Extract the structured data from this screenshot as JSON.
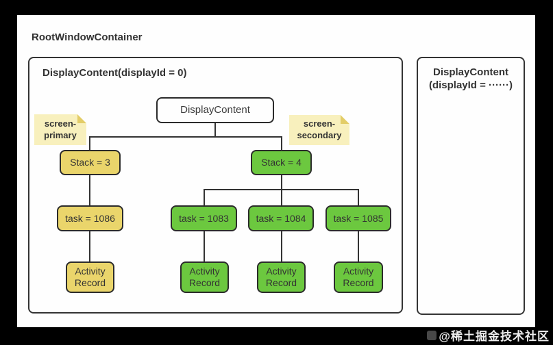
{
  "colors": {
    "background": "#000000",
    "canvas": "#fefefe",
    "border": "#333333",
    "text": "#333333",
    "primary_fill": "#ead56b",
    "secondary_fill": "#6cc83f",
    "note_fill": "#f8f0bd",
    "note_fold": "#e3cd68",
    "watermark_text": "#ededed"
  },
  "root": {
    "label": "RootWindowContainer"
  },
  "display_main": {
    "title": "DisplayContent(displayId = 0)"
  },
  "display_other": {
    "title_line1": "DisplayContent",
    "title_line2": "(displayId = ······)"
  },
  "notes": {
    "primary": {
      "line1": "screen-",
      "line2": "primary"
    },
    "secondary": {
      "line1": "screen-",
      "line2": "secondary"
    }
  },
  "tree": {
    "root_node": {
      "label": "DisplayContent"
    },
    "stacks": [
      {
        "label": "Stack = 3"
      },
      {
        "label": "Stack = 4"
      }
    ],
    "tasks": [
      {
        "label": "task = 1086"
      },
      {
        "label": "task = 1083"
      },
      {
        "label": "task = 1084"
      },
      {
        "label": "task = 1085"
      }
    ],
    "activity_records": [
      {
        "line1": "Activity",
        "line2": "Record"
      },
      {
        "line1": "Activity",
        "line2": "Record"
      },
      {
        "line1": "Activity",
        "line2": "Record"
      },
      {
        "line1": "Activity",
        "line2": "Record"
      }
    ]
  },
  "watermark": {
    "label": "@稀土掘金技术社区"
  }
}
